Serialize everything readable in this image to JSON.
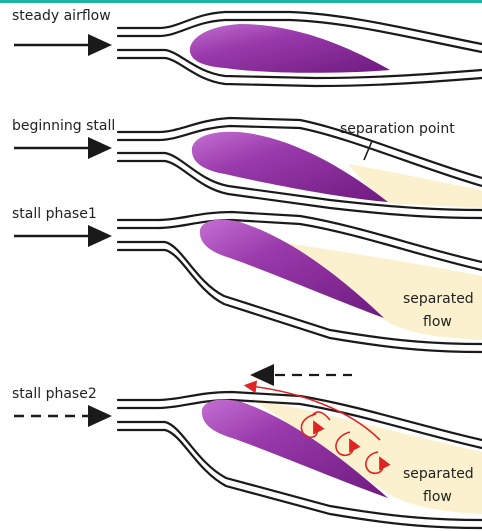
{
  "colors": {
    "top_bar": "#1fb5a6",
    "airfoil_dark": "#7b1f8a",
    "airfoil_light": "#c46fd3",
    "separated_region": "#fbf1cf",
    "stream_lines": "#1a1a1a",
    "vortex": "#e02424"
  },
  "panels": [
    {
      "label": "steady airflow"
    },
    {
      "label": "beginning stall",
      "annotation": "separation point"
    },
    {
      "label": "stall phase1",
      "region_label_1": "separated",
      "region_label_2": "flow"
    },
    {
      "label": "stall phase2",
      "region_label_1": "separated",
      "region_label_2": "flow"
    }
  ]
}
